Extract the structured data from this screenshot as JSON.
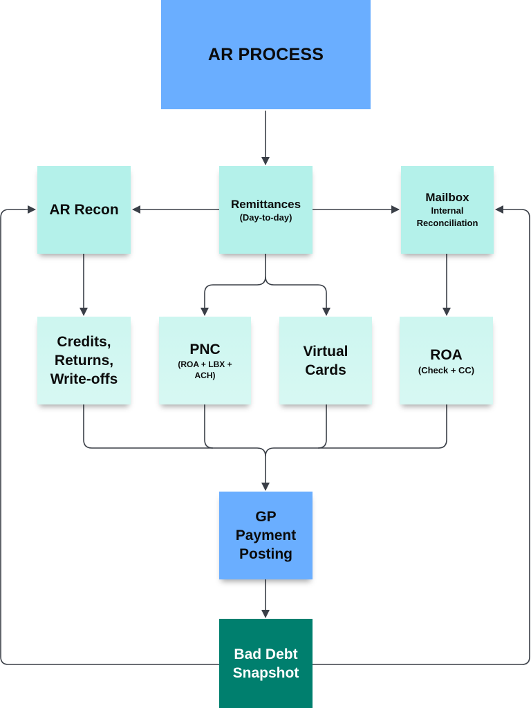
{
  "diagram": {
    "title": "AR PROCESS",
    "colors": {
      "title_fill": "#6aaeff",
      "sticky_fill": "#b4f1ea",
      "sticky_light_fill": "#d2f7f1",
      "posting_fill": "#6aaeff",
      "snapshot_fill": "#007f6e",
      "connector": "#3a3f47"
    },
    "nodes": {
      "ar_recon": {
        "label": "AR Recon"
      },
      "remittances": {
        "label": "Remittances",
        "sub": "(Day-to-day)"
      },
      "mailbox": {
        "label": "Mailbox",
        "sub_line1": "Internal",
        "sub_line2": "Reconciliation"
      },
      "credits": {
        "line1": "Credits,",
        "line2": "Returns,",
        "line3": "Write-offs"
      },
      "pnc": {
        "label": "PNC",
        "sub_line1": "(ROA + LBX +",
        "sub_line2": "ACH)"
      },
      "virtual_cards": {
        "line1": "Virtual",
        "line2": "Cards"
      },
      "roa": {
        "label": "ROA",
        "sub": "(Check + CC)"
      },
      "gp_posting": {
        "line1": "GP",
        "line2": "Payment",
        "line3": "Posting"
      },
      "bad_debt": {
        "line1": "Bad Debt",
        "line2": "Snapshot"
      }
    },
    "edges": [
      {
        "from": "AR PROCESS",
        "to": "Remittances"
      },
      {
        "from": "Remittances",
        "to": "AR Recon"
      },
      {
        "from": "Remittances",
        "to": "Mailbox"
      },
      {
        "from": "Remittances",
        "to": "PNC"
      },
      {
        "from": "Remittances",
        "to": "Virtual Cards"
      },
      {
        "from": "AR Recon",
        "to": "Credits, Returns, Write-offs"
      },
      {
        "from": "Mailbox",
        "to": "ROA"
      },
      {
        "from": "Credits, Returns, Write-offs",
        "to": "GP Payment Posting"
      },
      {
        "from": "PNC",
        "to": "GP Payment Posting"
      },
      {
        "from": "Virtual Cards",
        "to": "GP Payment Posting"
      },
      {
        "from": "ROA",
        "to": "GP Payment Posting"
      },
      {
        "from": "GP Payment Posting",
        "to": "Bad Debt Snapshot"
      },
      {
        "from": "Bad Debt Snapshot",
        "to": "AR Recon"
      },
      {
        "from": "Bad Debt Snapshot",
        "to": "Mailbox"
      }
    ]
  }
}
